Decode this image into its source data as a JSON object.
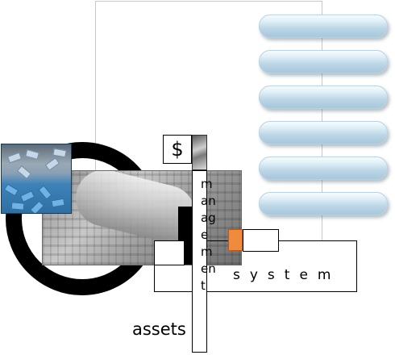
{
  "logo": {
    "currency_symbol": "$",
    "vertical_word": "management",
    "horizontal_word": "system",
    "bottom_word": "assets"
  },
  "nav": {
    "button_count": 6
  },
  "colors": {
    "accent": "#f08a3c",
    "button_light": "#dcedf6",
    "button_dark": "#a7c7dc",
    "ring": "#000000"
  }
}
